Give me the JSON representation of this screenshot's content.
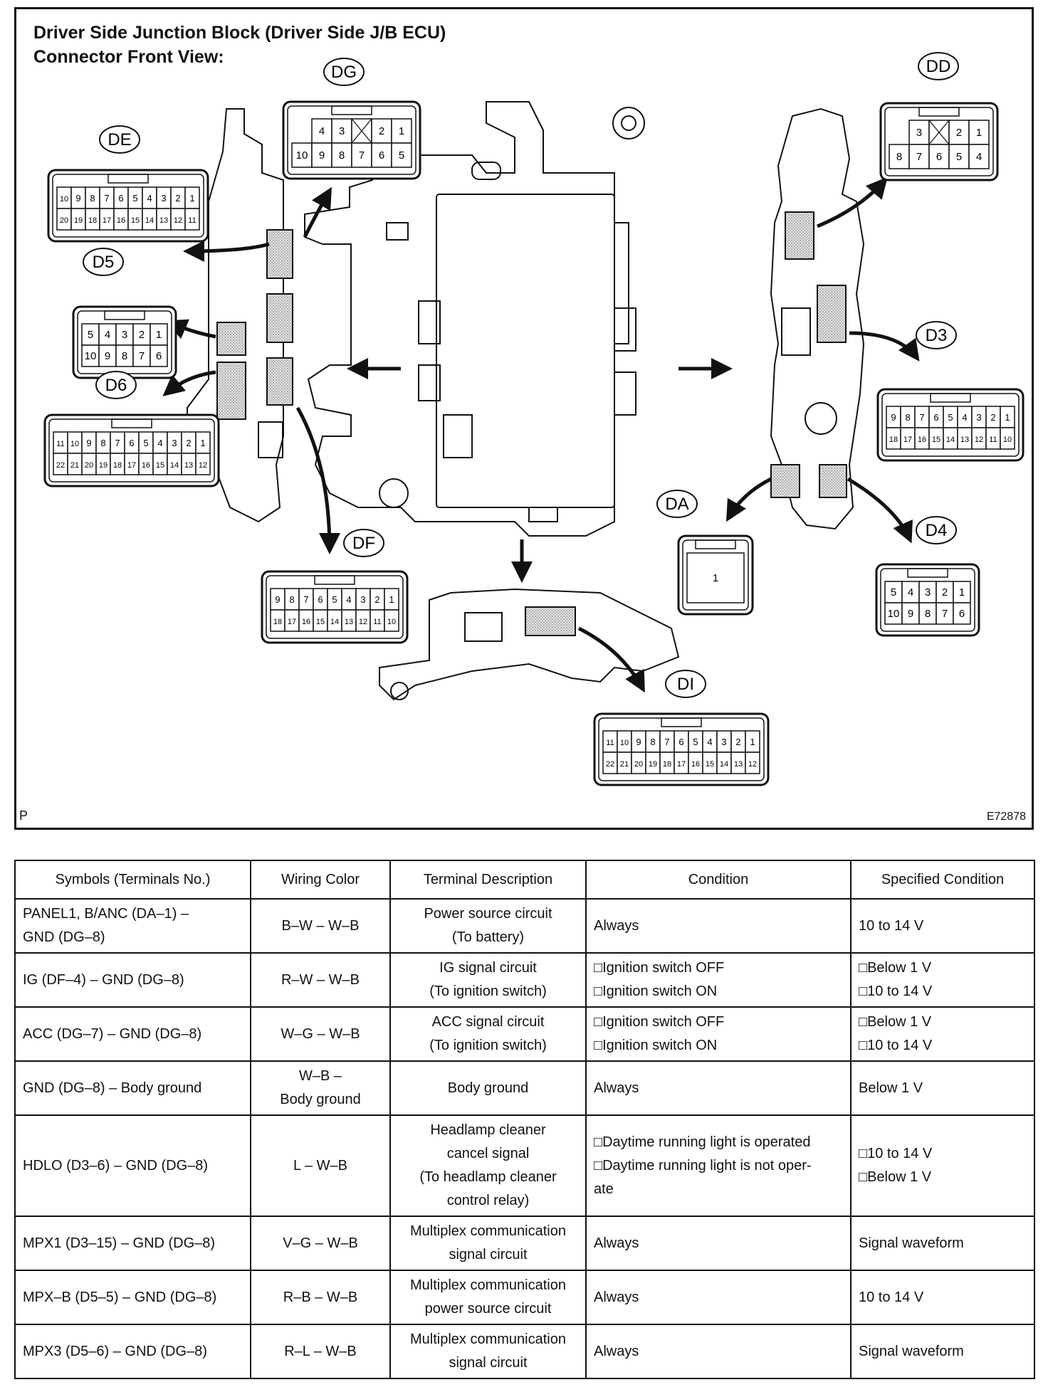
{
  "figure": {
    "title_line1": "Driver Side Junction Block (Driver Side J/B ECU)",
    "title_line2": "Connector Front View:",
    "corner_left": "P",
    "figure_code": "E72878",
    "connectors": [
      {
        "id": "DG",
        "top_row": [
          "4",
          "3",
          "",
          "2",
          "1"
        ],
        "bottom_row": [
          "10",
          "9",
          "8",
          "7",
          "6",
          "5"
        ]
      },
      {
        "id": "DD",
        "top_row": [
          "3",
          "",
          "2",
          "1"
        ],
        "bottom_row": [
          "8",
          "7",
          "6",
          "5",
          "4"
        ]
      },
      {
        "id": "DE",
        "top_row": [
          "10",
          "9",
          "8",
          "7",
          "6",
          "5",
          "4",
          "3",
          "2",
          "1"
        ],
        "bottom_row": [
          "20",
          "19",
          "18",
          "17",
          "16",
          "15",
          "14",
          "13",
          "12",
          "11"
        ]
      },
      {
        "id": "D5",
        "top_row": [
          "5",
          "4",
          "3",
          "2",
          "1"
        ],
        "bottom_row": [
          "10",
          "9",
          "8",
          "7",
          "6"
        ]
      },
      {
        "id": "D6",
        "top_row": [
          "11",
          "10",
          "9",
          "8",
          "7",
          "6",
          "5",
          "4",
          "3",
          "2",
          "1"
        ],
        "bottom_row": [
          "22",
          "21",
          "20",
          "19",
          "18",
          "17",
          "16",
          "15",
          "14",
          "13",
          "12"
        ]
      },
      {
        "id": "DF",
        "top_row": [
          "9",
          "8",
          "7",
          "6",
          "5",
          "4",
          "3",
          "2",
          "1"
        ],
        "bottom_row": [
          "18",
          "17",
          "16",
          "15",
          "14",
          "13",
          "12",
          "11",
          "10"
        ]
      },
      {
        "id": "D3",
        "top_row": [
          "9",
          "8",
          "7",
          "6",
          "5",
          "4",
          "3",
          "2",
          "1"
        ],
        "bottom_row": [
          "18",
          "17",
          "16",
          "15",
          "14",
          "13",
          "12",
          "11",
          "10"
        ]
      },
      {
        "id": "DA",
        "top_row": [
          "1"
        ],
        "bottom_row": []
      },
      {
        "id": "D4",
        "top_row": [
          "5",
          "4",
          "3",
          "2",
          "1"
        ],
        "bottom_row": [
          "10",
          "9",
          "8",
          "7",
          "6"
        ]
      },
      {
        "id": "DI",
        "top_row": [
          "11",
          "10",
          "9",
          "8",
          "7",
          "6",
          "5",
          "4",
          "3",
          "2",
          "1"
        ],
        "bottom_row": [
          "22",
          "21",
          "20",
          "19",
          "18",
          "17",
          "16",
          "15",
          "14",
          "13",
          "12"
        ]
      }
    ]
  },
  "table": {
    "headers": [
      "Symbols (Terminals No.)",
      "Wiring Color",
      "Terminal Description",
      "Condition",
      "Specified Condition"
    ],
    "rows": [
      {
        "symbol": [
          "PANEL1, B/ANC (DA–1) –",
          "GND (DG–8)"
        ],
        "wiring": [
          "B–W – W–B"
        ],
        "desc": [
          "Power source circuit",
          "(To battery)"
        ],
        "condition": [
          "Always"
        ],
        "spec": [
          "10 to 14 V"
        ]
      },
      {
        "symbol": [
          "IG (DF–4) – GND (DG–8)"
        ],
        "wiring": [
          "R–W – W–B"
        ],
        "desc": [
          "IG signal circuit",
          "(To ignition switch)"
        ],
        "condition": [
          "□Ignition switch OFF",
          "□Ignition switch ON"
        ],
        "spec": [
          "□Below 1 V",
          "□10 to 14 V"
        ]
      },
      {
        "symbol": [
          "ACC (DG–7) – GND (DG–8)"
        ],
        "wiring": [
          "W–G – W–B"
        ],
        "desc": [
          "ACC signal circuit",
          "(To ignition switch)"
        ],
        "condition": [
          "□Ignition switch OFF",
          "□Ignition switch ON"
        ],
        "spec": [
          "□Below 1 V",
          "□10 to 14 V"
        ]
      },
      {
        "symbol": [
          "GND (DG–8) – Body ground"
        ],
        "wiring": [
          "W–B –",
          "Body ground"
        ],
        "desc": [
          "Body ground"
        ],
        "condition": [
          "Always"
        ],
        "spec": [
          "Below 1 V"
        ]
      },
      {
        "symbol": [
          "HDLO (D3–6) – GND (DG–8)"
        ],
        "wiring": [
          "L – W–B"
        ],
        "desc": [
          "Headlamp cleaner",
          "cancel signal",
          "(To headlamp cleaner",
          "control relay)"
        ],
        "condition": [
          "□Daytime running light is operated",
          "□Daytime running light is not oper-",
          "ate"
        ],
        "spec": [
          "□10 to 14 V",
          "□Below 1 V"
        ]
      },
      {
        "symbol": [
          "MPX1 (D3–15) – GND (DG–8)"
        ],
        "wiring": [
          "V–G – W–B"
        ],
        "desc": [
          "Multiplex communication",
          "signal circuit"
        ],
        "condition": [
          "Always"
        ],
        "spec": [
          "Signal waveform"
        ]
      },
      {
        "symbol": [
          "MPX–B (D5–5) – GND (DG–8)"
        ],
        "wiring": [
          "R–B – W–B"
        ],
        "desc": [
          "Multiplex communication",
          "power source circuit"
        ],
        "condition": [
          "Always"
        ],
        "spec": [
          "10 to 14 V"
        ]
      },
      {
        "symbol": [
          "MPX3 (D5–6) – GND (DG–8)"
        ],
        "wiring": [
          "R–L – W–B"
        ],
        "desc": [
          "Multiplex communication",
          "signal circuit"
        ],
        "condition": [
          "Always"
        ],
        "spec": [
          "Signal waveform"
        ]
      }
    ]
  }
}
